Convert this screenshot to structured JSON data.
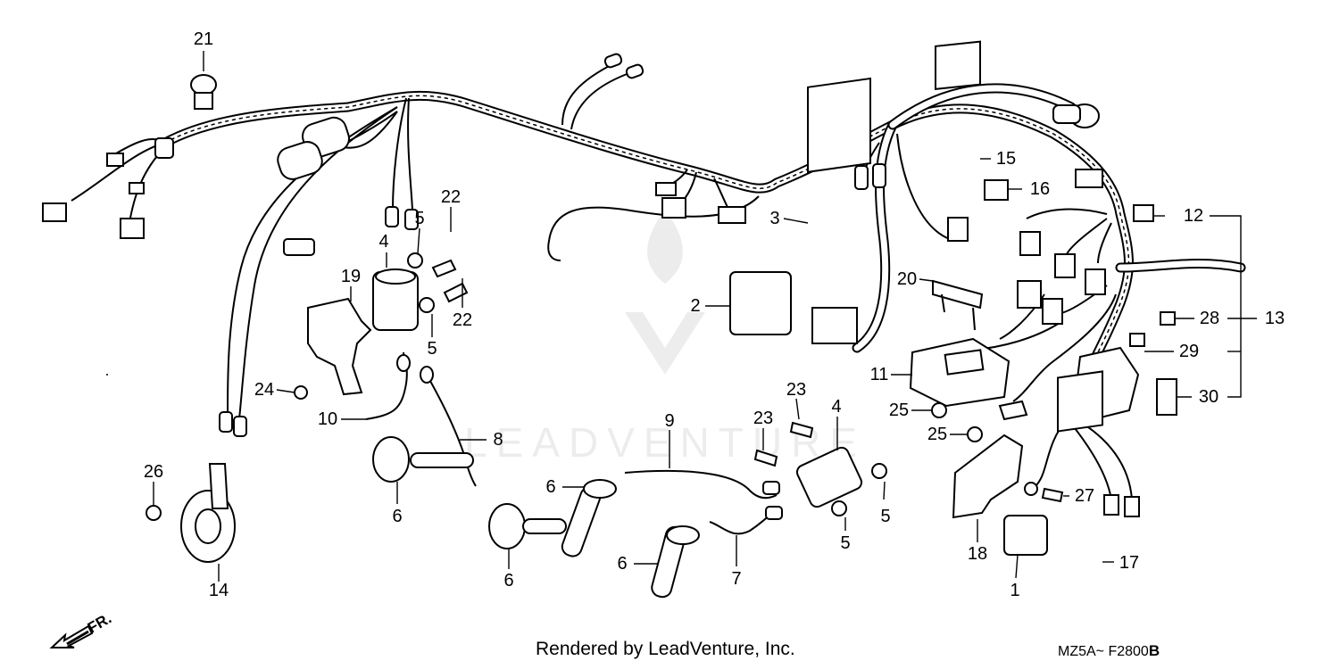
{
  "callouts": [
    {
      "id": "c21",
      "label": "21"
    },
    {
      "id": "c22a",
      "label": "22"
    },
    {
      "id": "c22b",
      "label": "22"
    },
    {
      "id": "c5a",
      "label": "5"
    },
    {
      "id": "c5b",
      "label": "5"
    },
    {
      "id": "c5c",
      "label": "5"
    },
    {
      "id": "c5d",
      "label": "5"
    },
    {
      "id": "c4a",
      "label": "4"
    },
    {
      "id": "c4b",
      "label": "4"
    },
    {
      "id": "c19",
      "label": "19"
    },
    {
      "id": "c24",
      "label": "24"
    },
    {
      "id": "c10",
      "label": "10"
    },
    {
      "id": "c8",
      "label": "8"
    },
    {
      "id": "c6a",
      "label": "6"
    },
    {
      "id": "c6b",
      "label": "6"
    },
    {
      "id": "c6c",
      "label": "6"
    },
    {
      "id": "c6d",
      "label": "6"
    },
    {
      "id": "c26",
      "label": "26"
    },
    {
      "id": "c14",
      "label": "14"
    },
    {
      "id": "c9",
      "label": "9"
    },
    {
      "id": "c7",
      "label": "7"
    },
    {
      "id": "c23a",
      "label": "23"
    },
    {
      "id": "c23b",
      "label": "23"
    },
    {
      "id": "c3",
      "label": "3"
    },
    {
      "id": "c2",
      "label": "2"
    },
    {
      "id": "c20",
      "label": "20"
    },
    {
      "id": "c11",
      "label": "11"
    },
    {
      "id": "c25a",
      "label": "25"
    },
    {
      "id": "c25b",
      "label": "25"
    },
    {
      "id": "c15",
      "label": "15"
    },
    {
      "id": "c16",
      "label": "16"
    },
    {
      "id": "c12",
      "label": "12"
    },
    {
      "id": "c13",
      "label": "13"
    },
    {
      "id": "c28",
      "label": "28"
    },
    {
      "id": "c29",
      "label": "29"
    },
    {
      "id": "c30",
      "label": "30"
    },
    {
      "id": "c27",
      "label": "27"
    },
    {
      "id": "c18",
      "label": "18"
    },
    {
      "id": "c1",
      "label": "1"
    },
    {
      "id": "c17",
      "label": "17"
    }
  ],
  "direction_marker": "FR.",
  "watermark": "LEADVENTURE",
  "credit": "Rendered by LeadVenture, Inc.",
  "diagram_code": "MZ5A~ F2800",
  "diagram_code_suffix": "B"
}
